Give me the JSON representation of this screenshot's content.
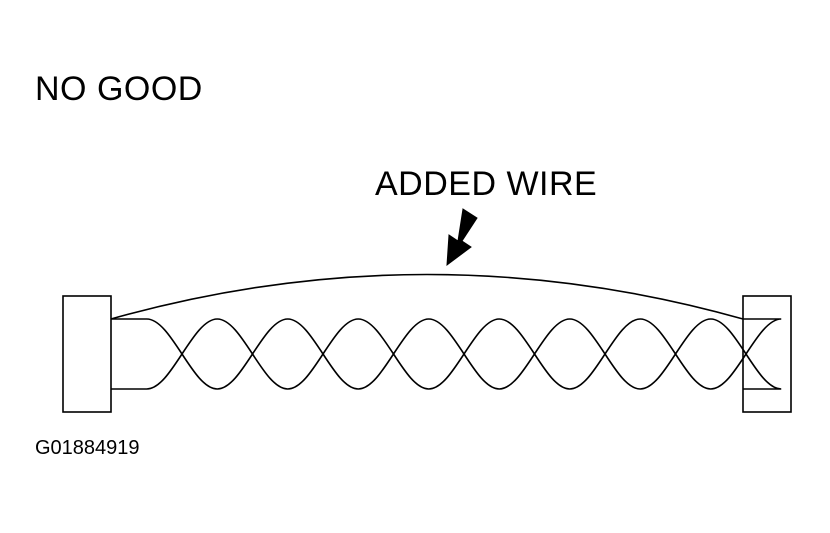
{
  "diagram": {
    "status_label": "NO GOOD",
    "callout_label": "ADDED WIRE",
    "figure_id": "G01884919",
    "twist_count": 9,
    "colors": {
      "line": "#000000",
      "background": "#ffffff"
    }
  }
}
